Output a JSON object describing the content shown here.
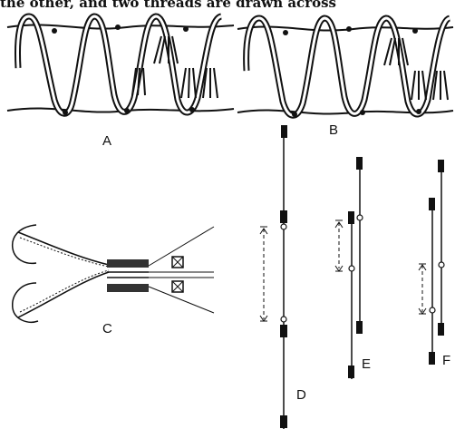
{
  "caption_fragment": "the other, and two threads are drawn across",
  "labels": {
    "a": "A",
    "b": "B",
    "c": "C",
    "d": "D",
    "e": "E",
    "f": "F"
  }
}
